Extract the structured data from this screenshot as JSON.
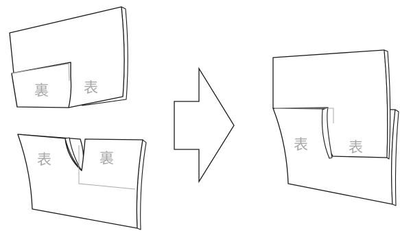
{
  "labels": {
    "top_left_back": "裏",
    "top_left_front": "表",
    "bottom_left_front": "表",
    "bottom_left_back": "裏",
    "result_left_front": "表",
    "result_right_front": "表"
  },
  "colors": {
    "outline": "#1a1a1a",
    "label_gray": "#a8a8a8",
    "background": "#ffffff"
  }
}
